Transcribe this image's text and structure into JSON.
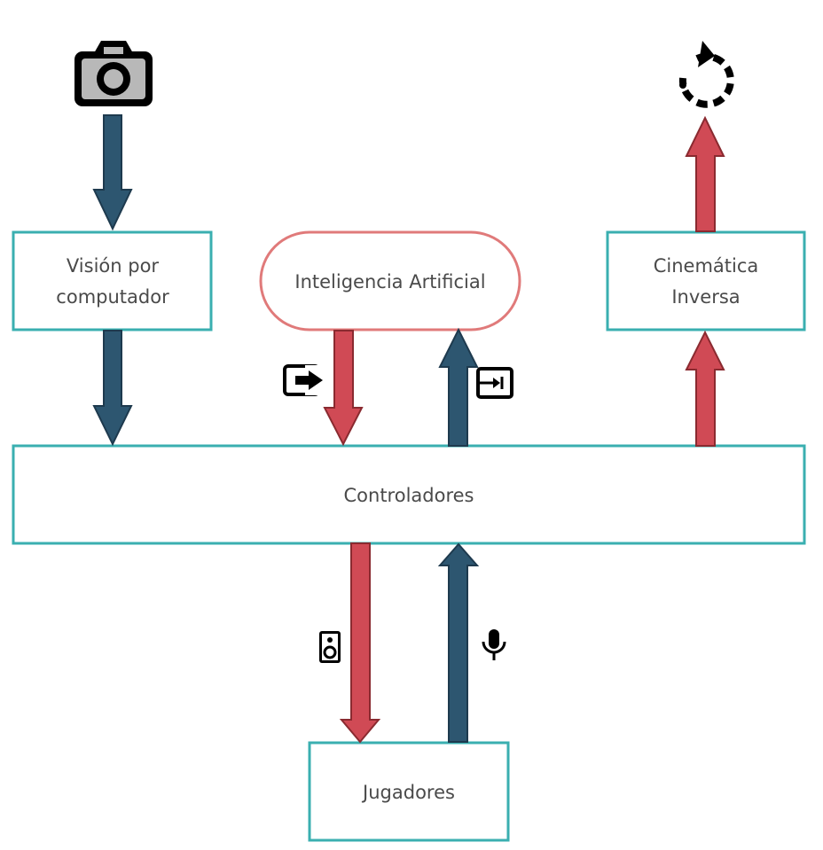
{
  "nodes": {
    "vision": {
      "line1": "Visión por",
      "line2": "computador"
    },
    "ai": {
      "label": "Inteligencia Artificial"
    },
    "kinematics": {
      "line1": "Cinemática",
      "line2": "Inversa"
    },
    "controllers": {
      "label": "Controladores"
    },
    "players": {
      "label": "Jugadores"
    }
  },
  "icons": {
    "camera": "camera-icon",
    "rotate": "rotate-icon",
    "output": "output-icon",
    "input": "input-icon",
    "speaker": "speaker-icon",
    "microphone": "microphone-icon"
  },
  "colors": {
    "box_border": "#3aafb0",
    "ai_border": "#e07a7a",
    "blue_arrow": "#2d5670",
    "red_arrow": "#d04a55"
  }
}
